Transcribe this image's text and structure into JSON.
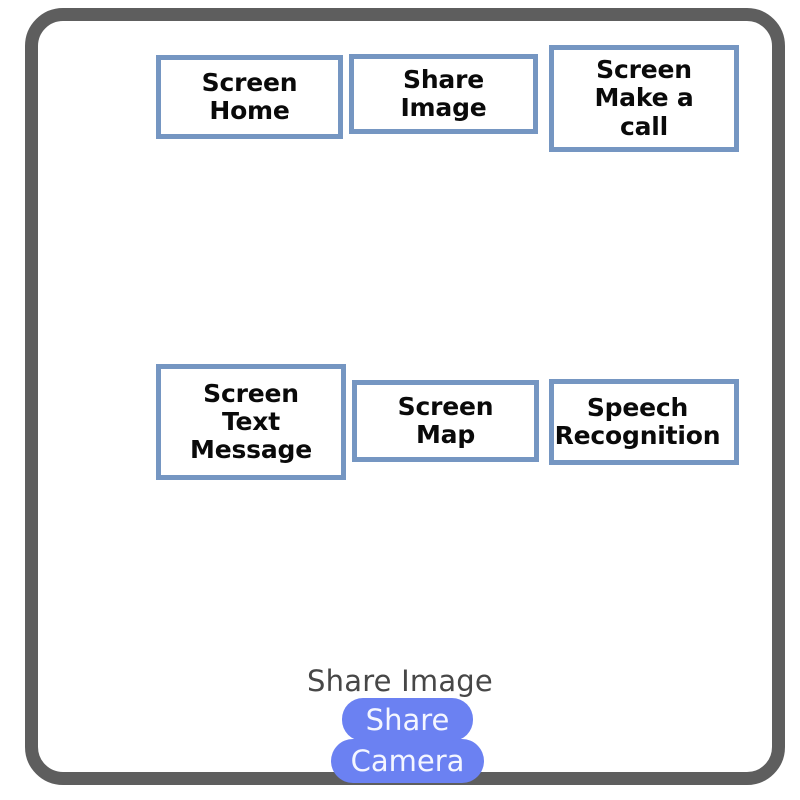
{
  "frame": {
    "border_color": "#5e5e5e",
    "background": "#ffffff"
  },
  "theme": {
    "node_border_color": "#7596c2",
    "node_fill": "#ffffff",
    "node_text_color": "#0a0a0a",
    "pill_color": "#6b81f2",
    "pill_text_color": "#f4f6ff",
    "caption_color": "#474747"
  },
  "diagram": {
    "rows": [
      {
        "nodes": [
          {
            "id": "screen-home",
            "label": "Screen\nHome"
          },
          {
            "id": "share-image",
            "label": "Share\nImage"
          },
          {
            "id": "make-a-call",
            "label": "Screen\nMake a\ncall"
          }
        ]
      },
      {
        "nodes": [
          {
            "id": "text-message",
            "label": "Screen\nText\nMessage"
          },
          {
            "id": "screen-map",
            "label": "Screen\nMap"
          },
          {
            "id": "speech-recog",
            "label": "Speech\nRecognition"
          }
        ]
      }
    ]
  },
  "share_sheet": {
    "caption": "Share Image",
    "options": [
      {
        "id": "share",
        "label": "Share"
      },
      {
        "id": "camera",
        "label": "Camera"
      }
    ]
  }
}
